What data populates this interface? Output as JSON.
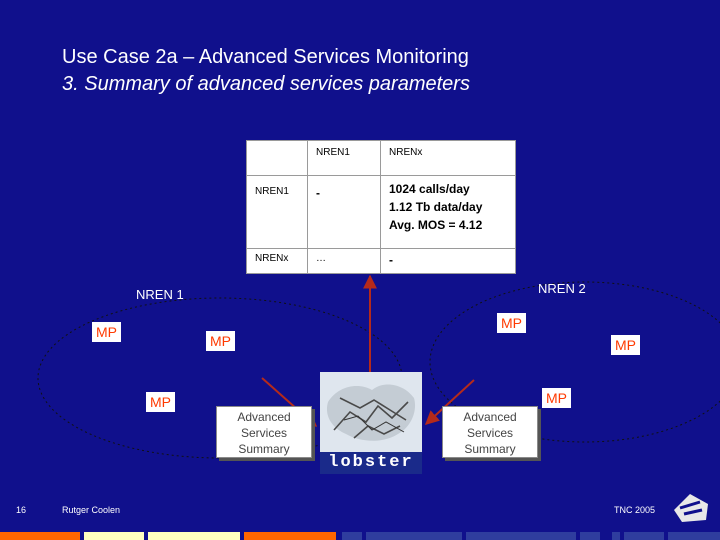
{
  "title": {
    "line1": "Use Case 2a – Advanced Services Monitoring",
    "line2": "3. Summary of advanced services parameters"
  },
  "table": {
    "col_headers": [
      "NREN1",
      "NRENx"
    ],
    "rows": [
      {
        "label": "NREN1",
        "c1": "-",
        "c2_lines": [
          "1024 calls/day",
          "1.12 Tb data/day",
          "Avg. MOS = 4.12"
        ]
      },
      {
        "label": "NRENx",
        "c1": "…",
        "c2": "-"
      }
    ]
  },
  "nren1_label": "NREN 1",
  "nren2_label": "NREN 2",
  "mp_label": "MP",
  "summary_box": [
    "Advanced",
    "Services",
    "Summary"
  ],
  "logo_text": "lobster",
  "footer": {
    "page": "16",
    "author": "Rutger Coolen",
    "event": "TNC 2005"
  },
  "colors": {
    "background": "#10108c",
    "mp_text": "#ff3a00",
    "arrow": "#b52a1a",
    "bar_orange": "#ff6600",
    "bar_yellow": "#ffffc0",
    "bar_blue": "#2f3d9e"
  }
}
